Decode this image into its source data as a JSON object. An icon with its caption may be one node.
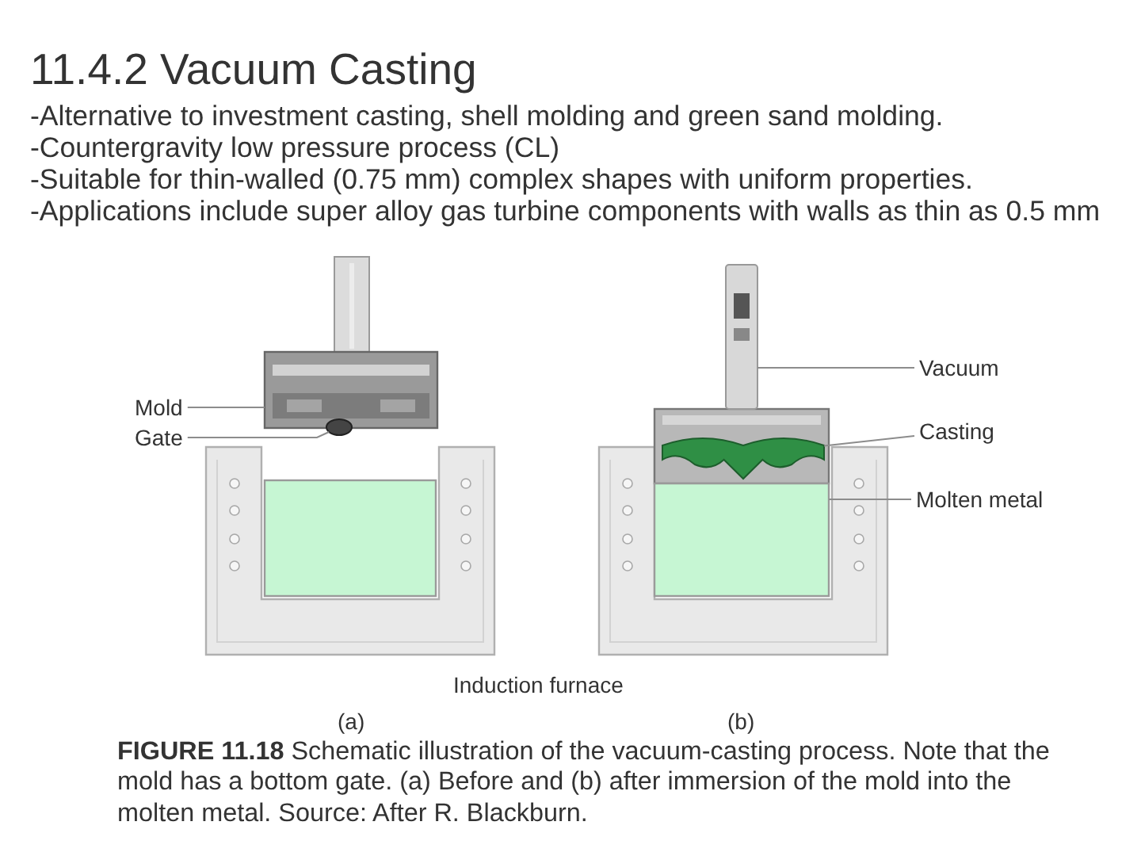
{
  "diagram": {
    "title": "11.4.2 Vacuum Casting",
    "caption": "**FIGURE 11.18** Schematic illustration of the vacuum-casting process. Note that the mold has a bottom gate. (a) Before and (b) after immersion of the mold into the molten metal. Source: After R. Blackburn.",
    "nodes": [
      {
        "text": [
          "Mold"
        ]
      },
      {
        "text": [
          "Gate"
        ]
      },
      {
        "text": [],
        "shape": "box"
      },
      {
        "text": [],
        "shape": "circle"
      },
      {
        "text": [],
        "shape": "box"
      },
      {
        "text": [],
        "shape": "bar"
      },
      {
        "text": [],
        "shape": "picture"
      },
      {
        "text": [],
        "shape": "box"
      },
      {
        "text": [
          "Vacuum"
        ]
      },
      {
        "text": [
          "Casting"
        ]
      },
      {
        "text": [
          "Molten metal"
        ]
      }
    ],
    "edges": [
      {
        "from": 0,
        "to": 2,
        "arrow": "none"
      },
      {
        "from": 1,
        "to": 3,
        "arrow": "none"
      },
      {
        "from": 8,
        "to": 5,
        "arrow": "none"
      },
      {
        "from": 9,
        "to": 6,
        "arrow": "none"
      },
      {
        "from": 10,
        "to": 7,
        "arrow": "none"
      }
    ],
    "labels": [
      "-Alternative to investment casting, shell molding and green sand molding.",
      "-Countergravity low pressure process (CL)",
      "-Suitable for thin-walled (0.75 mm) complex shapes with uniform properties.",
      "-Applications include super alloy gas turbine components with walls as thin as 0.5 mm",
      "Induction furnace",
      "(a)",
      "(b)"
    ]
  }
}
